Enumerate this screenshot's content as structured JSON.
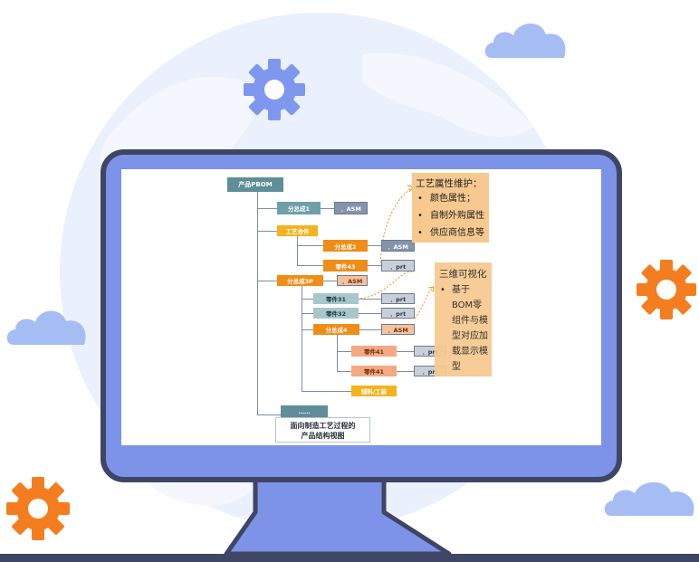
{
  "diagram": {
    "root": "产品PBOM",
    "nodes": {
      "sub1": "分总成1",
      "sub1_ext": "．ASM",
      "craft": "工艺合件",
      "sub2": "分总成2",
      "sub2_ext": "．ASM",
      "part43": "零件43",
      "part43_ext": "．prt",
      "sub3p": "分总成3P",
      "sub3p_ext": "．ASM",
      "part31": "零件31",
      "part31_ext": "．prt",
      "part32": "零件32",
      "part32_ext": "．prt",
      "sub4": "分总成4",
      "sub4_ext": "．ASM",
      "part41a": "零件41",
      "part41a_ext": "．prt",
      "part41b": "零件41",
      "part41b_ext": "．prt",
      "aux": "辅料/工装",
      "more": "……"
    },
    "caption_line1": "面向制造工艺过程的",
    "caption_line2": "产品结构视图"
  },
  "callout1": {
    "title": "工艺属性维护：",
    "items": [
      "颜色属性；",
      "自制外购属性",
      "供应商信息等"
    ]
  },
  "callout2": {
    "title": "三维可视化",
    "lines": [
      "基于",
      "BOM零",
      "组件与模",
      "型对应加",
      "载显示模",
      "型"
    ]
  },
  "colors": {
    "monitor_frame": "#3e4565",
    "monitor_bezel": "#7d93e8",
    "globe": "#e8edfb",
    "cloud": "#a6bdf4",
    "gear_blue": "#7f97ee",
    "gear_orange": "#f47d20",
    "callout_fill": "#f7c98f",
    "teal": "#6f9fa8",
    "orange": "#ee8d17"
  },
  "icons": [
    "cloud-icon",
    "gear-icon"
  ]
}
